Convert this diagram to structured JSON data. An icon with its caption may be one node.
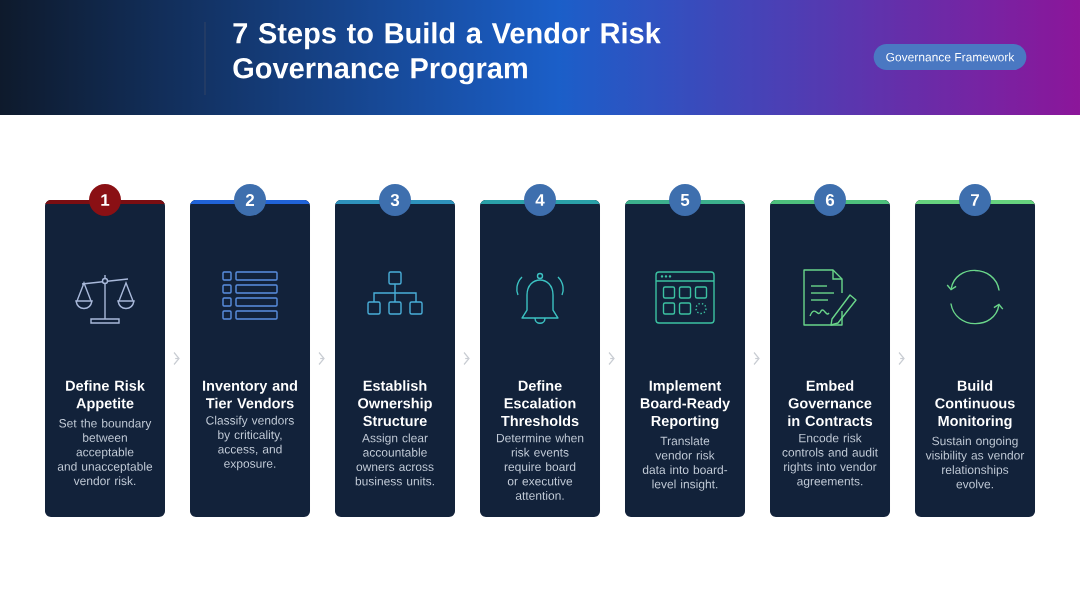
{
  "diagram": {
    "title": "7 Steps to Build a Vendor Risk Governance Program",
    "nodes": [
      {
        "text": [
          "Governance Framework"
        ]
      },
      {
        "text": [
          "1",
          "Define Risk Appetite",
          "Set the boundary between acceptable and unacceptable vendor risk."
        ]
      },
      {
        "text": [
          "2",
          "Inventory and Tier Vendors",
          "Classify vendors by criticality, access, and exposure."
        ]
      },
      {
        "text": [
          "3",
          "Establish Ownership Structure",
          "Assign clear accountable owners across business units."
        ]
      },
      {
        "text": [
          "4",
          "Define Escalation Thresholds",
          "Determine when risk events require board or executive attention."
        ]
      },
      {
        "text": [
          "5",
          "Implement Board-Ready Reporting",
          "Translate vendor risk data into board-level insight."
        ]
      },
      {
        "text": [
          "6",
          "Embed Governance in Contracts",
          "Encode risk controls and audit rights into vendor agreements."
        ]
      },
      {
        "text": [
          "7",
          "Build Continuous Monitoring",
          "Sustain ongoing visibility as vendor relationships evolve."
        ]
      }
    ],
    "edges": [
      {
        "from": 1,
        "to": 2,
        "arrow": "to"
      },
      {
        "from": 2,
        "to": 3,
        "arrow": "to"
      },
      {
        "from": 3,
        "to": 4,
        "arrow": "to"
      },
      {
        "from": 4,
        "to": 5,
        "arrow": "to"
      },
      {
        "from": 5,
        "to": 6,
        "arrow": "to"
      },
      {
        "from": 6,
        "to": 7,
        "arrow": "to"
      }
    ]
  }
}
